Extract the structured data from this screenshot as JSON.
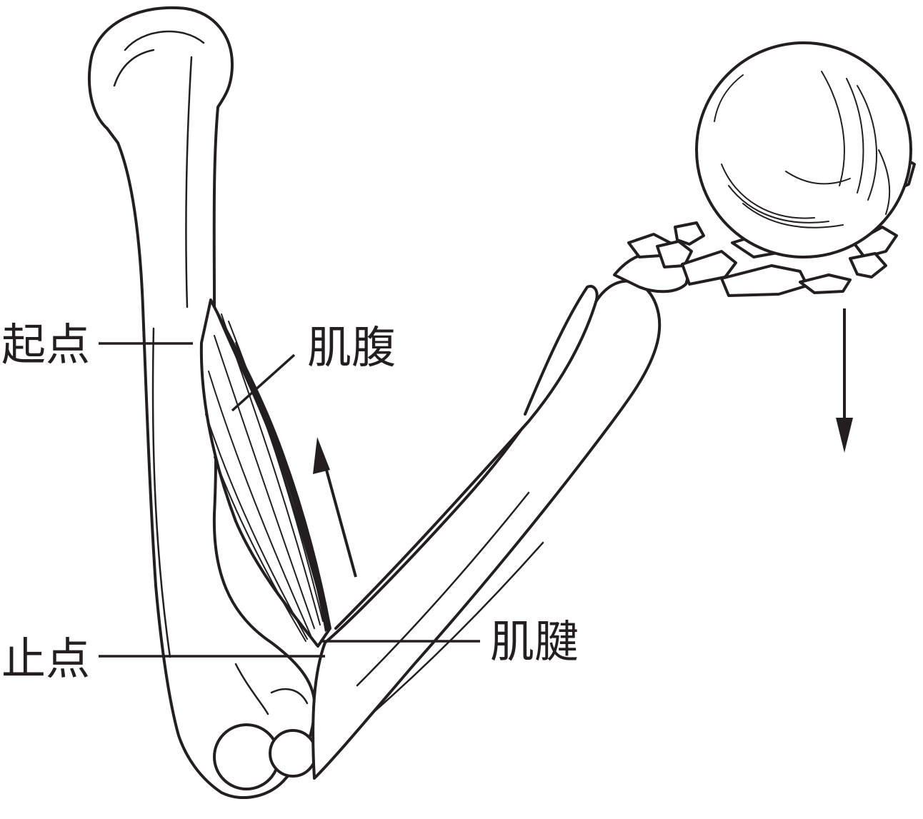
{
  "diagram": {
    "labels": {
      "origin": "起点",
      "muscle_belly": "肌腹",
      "insertion": "止点",
      "tendon": "肌腱"
    },
    "colors": {
      "ink": "#231f20",
      "background": "#ffffff"
    },
    "icons": {
      "force_arrow_muscle": "arrow-up-icon",
      "force_arrow_load": "arrow-down-icon"
    }
  }
}
